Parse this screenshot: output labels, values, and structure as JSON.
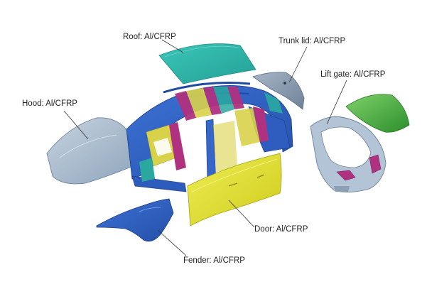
{
  "diagram": {
    "callouts": {
      "roof": "Roof: Al/CFRP",
      "trunk_lid": "Trunk lid: Al/CFRP",
      "lift_gate": "Lift gate: Al/CFRP",
      "hood": "Hood: Al/CFRP",
      "door": "Door: Al/CFRP",
      "fender": "Fender: Al/CFRP"
    },
    "colors": {
      "body_frame_blue": "#2f5fc4",
      "inner_structure_magenta": "#b0317f",
      "inner_structure_yellow": "#d8d24a",
      "inner_structure_teal": "#2aa8a0",
      "roof_teal": "#2fb3a8",
      "door_yellow": "#e3e12f",
      "hood_gray_blue": "#9fb3c8",
      "trunk_lid_gray": "#8b9bb0",
      "lift_gate_gray_blue": "#a9bdd0",
      "lift_gate_glass_green": "#3fa33c",
      "leader_line": "#333333"
    }
  }
}
